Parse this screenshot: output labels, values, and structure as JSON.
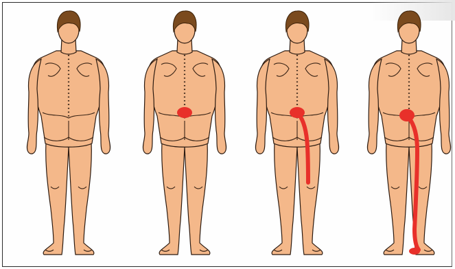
{
  "figures": [
    {
      "pain_area": "none",
      "radiation_extent": "none"
    },
    {
      "pain_area": "lower-back",
      "radiation_extent": "none"
    },
    {
      "pain_area": "lower-back",
      "radiation_extent": "knee"
    },
    {
      "pain_area": "lower-back",
      "radiation_extent": "foot"
    }
  ],
  "colors": {
    "skin": "#f4b88a",
    "hair": "#7a4a1e",
    "pain": "#e8302a",
    "outline": "#2b1a10"
  }
}
